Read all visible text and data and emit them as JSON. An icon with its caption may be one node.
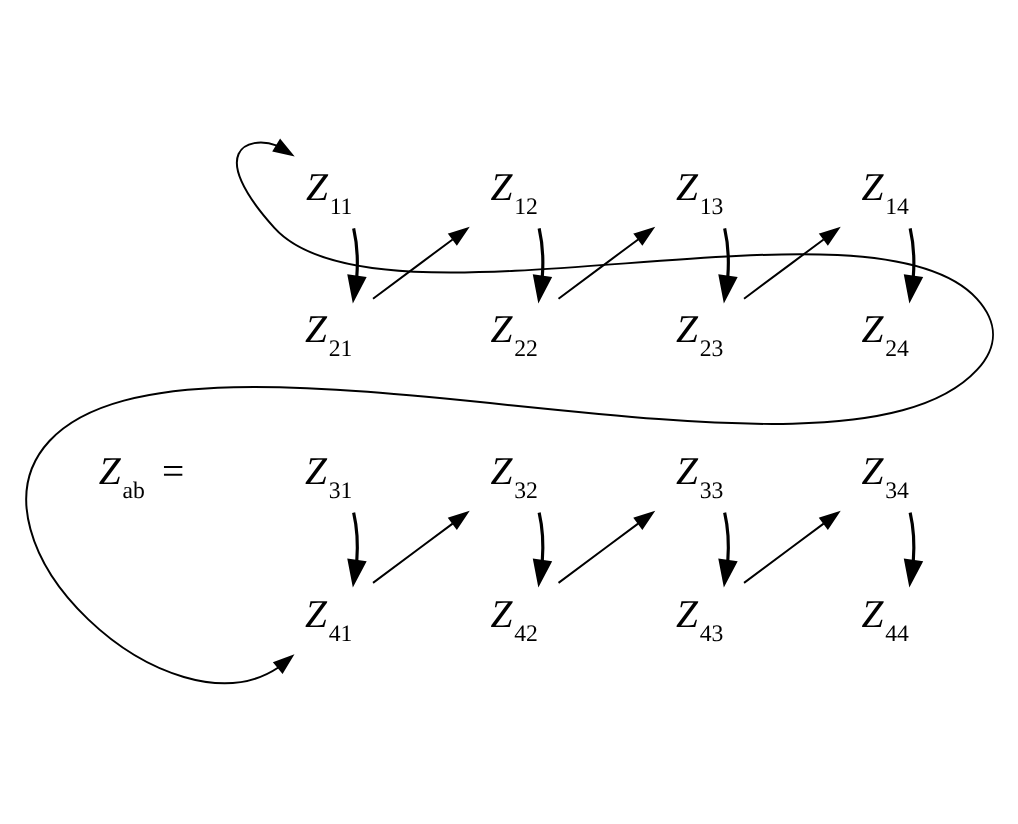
{
  "diagram": {
    "nodes": [
      {
        "text": [
          "*Z*$_{11}$"
        ]
      },
      {
        "text": [
          "*Z*$_{12}$"
        ]
      },
      {
        "text": [
          "*Z*$_{13}$"
        ]
      },
      {
        "text": [
          "*Z*$_{14}$"
        ]
      },
      {
        "text": [
          "*Z*$_{21}$"
        ]
      },
      {
        "text": [
          "*Z*$_{22}$"
        ]
      },
      {
        "text": [
          "*Z*$_{23}$"
        ]
      },
      {
        "text": [
          "*Z*$_{24}$"
        ]
      },
      {
        "text": [
          "*Z*$_{31}$"
        ]
      },
      {
        "text": [
          "*Z*$_{32}$"
        ]
      },
      {
        "text": [
          "*Z*$_{33}$"
        ]
      },
      {
        "text": [
          "*Z*$_{34}$"
        ]
      },
      {
        "text": [
          "*Z*$_{41}$"
        ]
      },
      {
        "text": [
          "*Z*$_{42}$"
        ]
      },
      {
        "text": [
          "*Z*$_{43}$"
        ]
      },
      {
        "text": [
          "*Z*$_{44}$"
        ]
      }
    ],
    "edges": [
      {
        "from": 0,
        "to": 12,
        "arrow": "both"
      },
      {
        "from": 0,
        "to": 4,
        "arrow": "to"
      },
      {
        "from": 4,
        "to": 1,
        "arrow": "to"
      },
      {
        "from": 1,
        "to": 5,
        "arrow": "to"
      },
      {
        "from": 5,
        "to": 2,
        "arrow": "to"
      },
      {
        "from": 2,
        "to": 6,
        "arrow": "to"
      },
      {
        "from": 6,
        "to": 3,
        "arrow": "to"
      },
      {
        "from": 3,
        "to": 7,
        "arrow": "to"
      },
      {
        "from": 8,
        "to": 12,
        "arrow": "to"
      },
      {
        "from": 12,
        "to": 9,
        "arrow": "to"
      },
      {
        "from": 9,
        "to": 13,
        "arrow": "to"
      },
      {
        "from": 13,
        "to": 10,
        "arrow": "to"
      },
      {
        "from": 10,
        "to": 14,
        "arrow": "to"
      },
      {
        "from": 14,
        "to": 11,
        "arrow": "to"
      },
      {
        "from": 11,
        "to": 15,
        "arrow": "to"
      }
    ],
    "labels": [
      "*Z*$_{ab}$ ="
    ]
  }
}
